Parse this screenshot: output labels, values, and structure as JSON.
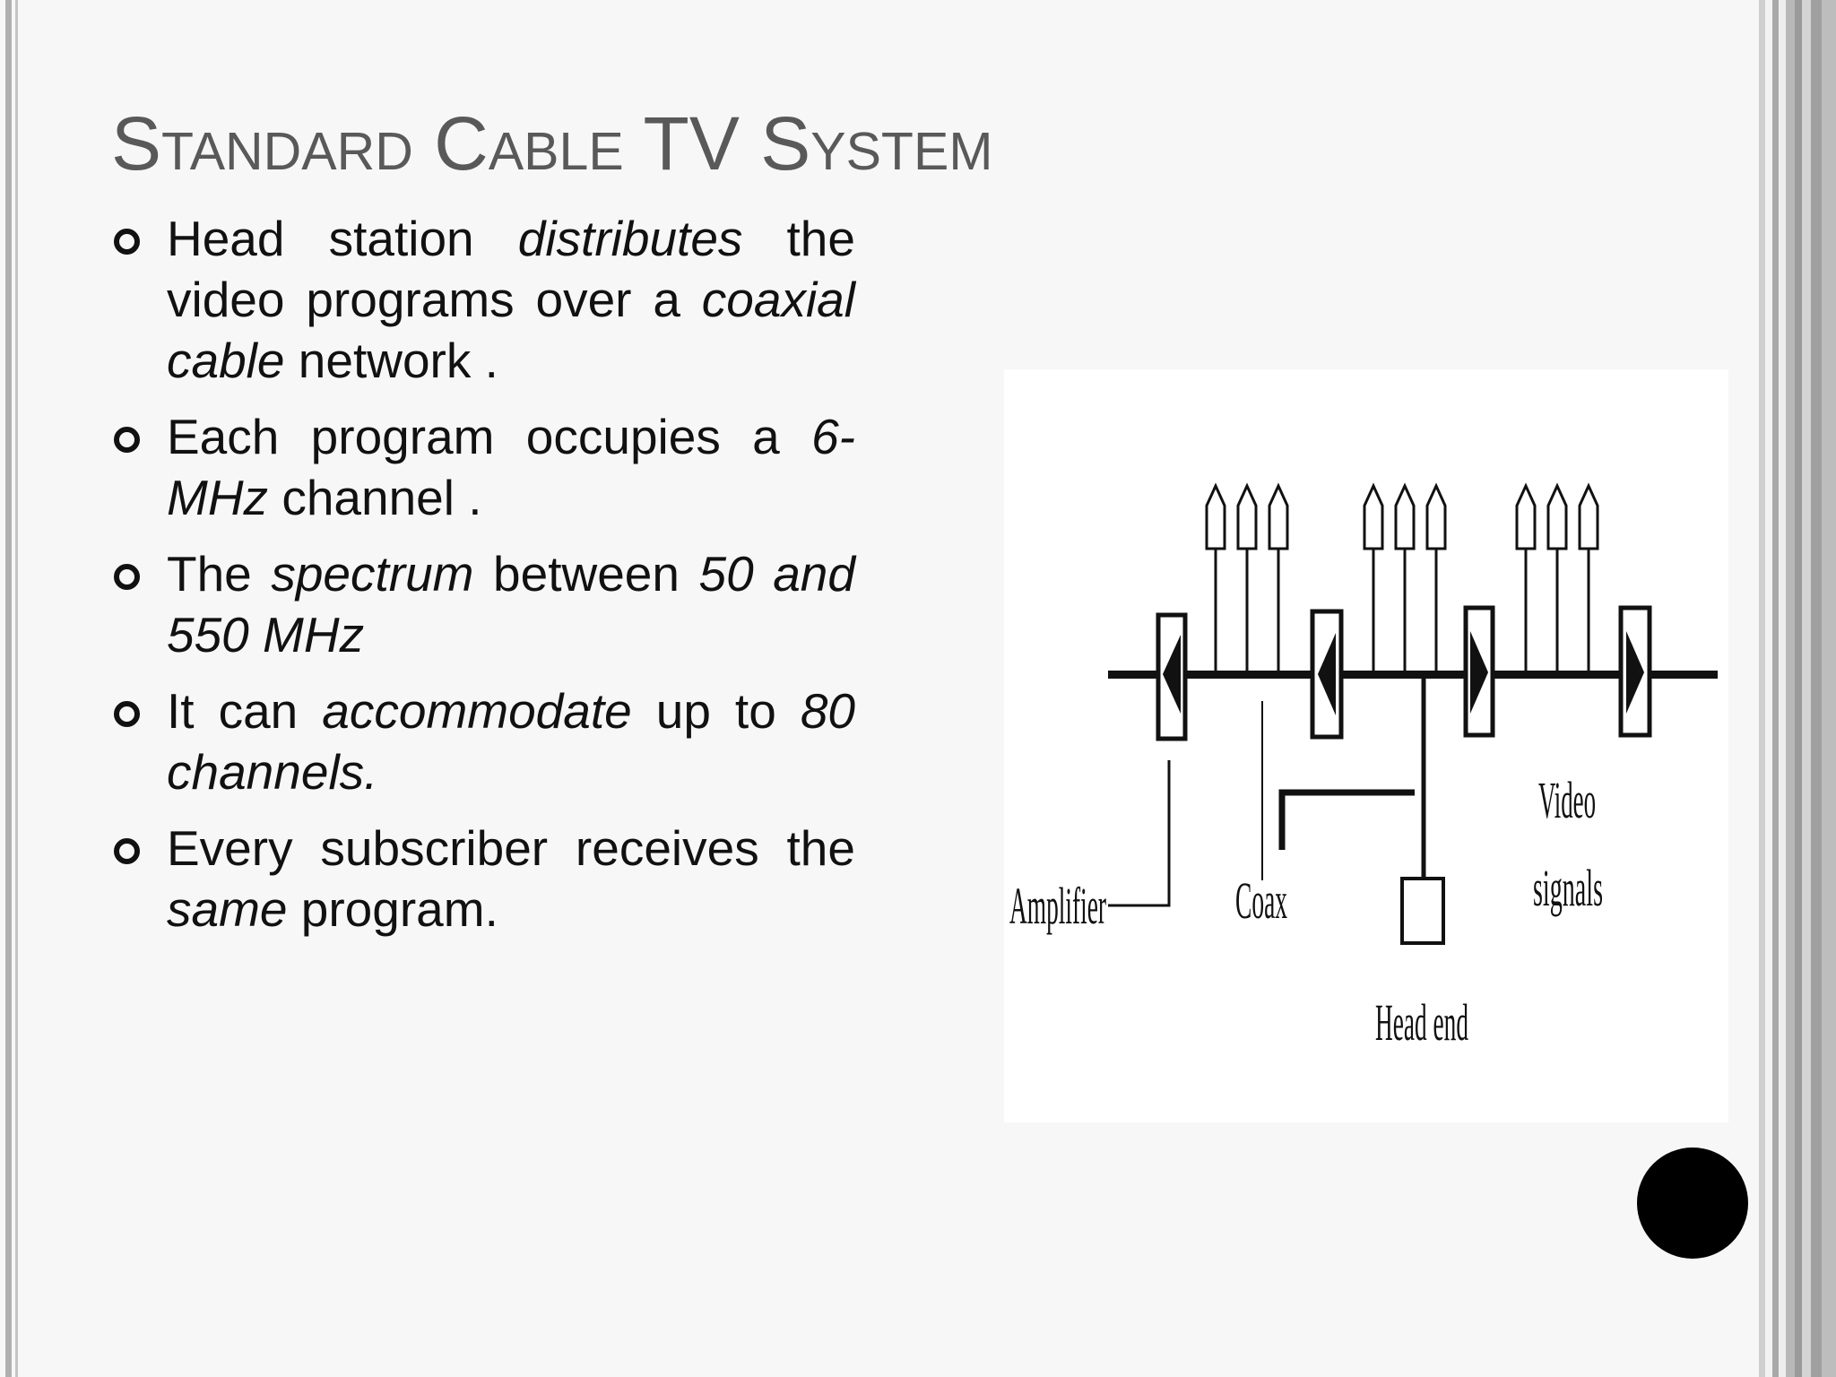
{
  "slide": {
    "title": "Standard Cable TV System",
    "bullets": [
      [
        {
          "t": "Head station ",
          "i": false
        },
        {
          "t": "distributes",
          "i": true
        },
        {
          "t": " the video programs over a ",
          "i": false
        },
        {
          "t": "coaxial cable",
          "i": true
        },
        {
          "t": " network .",
          "i": false
        }
      ],
      [
        {
          "t": "Each program occupies a ",
          "i": false
        },
        {
          "t": "6-MHz",
          "i": true
        },
        {
          "t": " channel .",
          "i": false
        }
      ],
      [
        {
          "t": " The ",
          "i": false
        },
        {
          "t": "spectrum",
          "i": true
        },
        {
          "t": " between ",
          "i": false
        },
        {
          "t": "50 and 550 MHz",
          "i": true
        }
      ],
      [
        {
          "t": "It can ",
          "i": false
        },
        {
          "t": "accommodate",
          "i": true
        },
        {
          "t": " up to ",
          "i": false
        },
        {
          "t": "80 channels.",
          "i": true
        }
      ],
      [
        {
          "t": "Every subscriber receives the ",
          "i": false
        },
        {
          "t": "same",
          "i": true
        },
        {
          "t": " program.",
          "i": false
        }
      ]
    ]
  },
  "diagram": {
    "labels": {
      "amplifier": "Amplifier",
      "coax": "Coax",
      "head_end": "Head end",
      "video": "Video",
      "signals": "signals"
    }
  },
  "colors": {
    "title": "#595959",
    "text": "#111111",
    "background": "#f7f7f7"
  }
}
